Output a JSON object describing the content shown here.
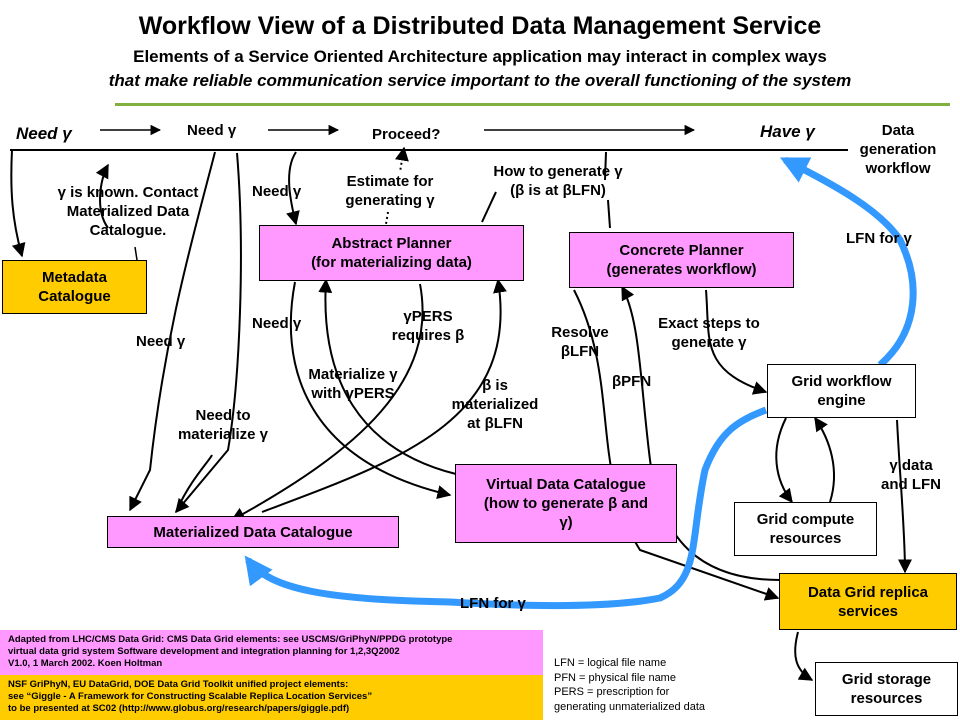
{
  "title": "Workflow View of a Distributed Data Management Service",
  "subtitle_line1": "Elements of a Service Oriented Architecture application may interact in complex ways",
  "subtitle_line2": "that make reliable communication service important to the overall functioning of the system",
  "timeline": {
    "need": "Need γ",
    "need_top": "Need γ",
    "proceed": "Proceed?",
    "have": "Have γ",
    "workflow_label_1": "Data",
    "workflow_label_2": "generation",
    "workflow_label_3": "workflow"
  },
  "boxes": {
    "metadata_catalogue_1": "Metadata",
    "metadata_catalogue_2": "Catalogue",
    "abstract_planner_1": "Abstract Planner",
    "abstract_planner_2": "(for materializing data)",
    "concrete_planner_1": "Concrete Planner",
    "concrete_planner_2": "(generates workflow)",
    "grid_workflow_engine_1": "Grid workflow",
    "grid_workflow_engine_2": "engine",
    "grid_compute_1": "Grid compute",
    "grid_compute_2": "resources",
    "data_grid_replica_1": "Data Grid replica",
    "data_grid_replica_2": "services",
    "grid_storage_1": "Grid storage",
    "grid_storage_2": "resources",
    "virtual_data_catalogue_1": "Virtual Data Catalogue",
    "virtual_data_catalogue_2": "(how to generate β and",
    "virtual_data_catalogue_3": "γ)",
    "materialized_data_catalogue": "Materialized Data Catalogue"
  },
  "labels": {
    "gamma_known_1": "γ is known. Contact",
    "gamma_known_2": "Materialized Data",
    "gamma_known_3": "Catalogue.",
    "estimate_1": "Estimate for",
    "estimate_2": "generating γ",
    "how_to_generate_1": "How to generate γ",
    "how_to_generate_2": "(β is at βLFN)",
    "need_gamma_a": "Need γ",
    "need_gamma_b": "Need γ",
    "need_gamma_c": "Need γ",
    "gpers_1": "γPERS",
    "gpers_2": "requires β",
    "materialize_1": "Materialize γ",
    "materialize_2": "with γPERS",
    "need_materialize_1": "Need to",
    "need_materialize_2": "materialize γ",
    "beta_mat_1": "β is",
    "beta_mat_2": "materialized",
    "beta_mat_3": "at βLFN",
    "resolve_1": "Resolve",
    "resolve_2": "βLFN",
    "bpfn": "βPFN",
    "exact_1": "Exact steps to",
    "exact_2": "generate γ",
    "lfn_for_top": "LFN for γ",
    "lfn_for_bottom": "LFN for γ",
    "gamma_data_1": "γ data",
    "gamma_data_2": "and LFN"
  },
  "notes": {
    "pink_1": "Adapted from LHC/CMS Data Grid: CMS Data Grid elements: see USCMS/GriPhyN/PPDG prototype",
    "pink_2": "virtual data grid system Software development and integration planning for 1,2,3Q2002",
    "pink_3": "V1.0, 1 March 2002. Koen Holtman",
    "yellow_1": "NSF GriPhyN, EU DataGrid, DOE Data Grid Toolkit unified project elements:",
    "yellow_2": "see “Giggle - A Framework for Constructing Scalable Replica Location Services”",
    "yellow_3": "to be presented at SC02 (http://www.globus.org/research/papers/giggle.pdf)"
  },
  "legend": {
    "line_1": "LFN = logical file name",
    "line_2": "PFN = physical file name",
    "line_3": "PERS = prescription for",
    "line_4": "generating unmaterialized data"
  },
  "colors": {
    "pink": "#ff99ff",
    "yellow": "#ffcc00",
    "blue_arrow": "#3399ff",
    "rule": "#7fb040"
  }
}
